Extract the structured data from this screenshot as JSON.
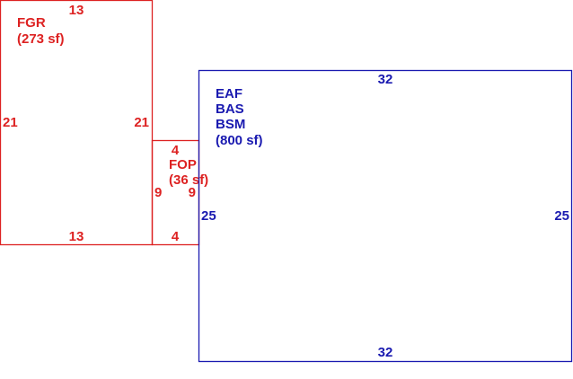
{
  "colors": {
    "background": "#ffffff",
    "garage": "#dd2222",
    "porch": "#dd2222",
    "living": "#1a1ab0"
  },
  "areas": {
    "garage": {
      "lines": [
        "FGR",
        "(273 sf)"
      ],
      "dims": {
        "top": "13",
        "bottom": "13",
        "left": "21",
        "right": "21"
      }
    },
    "porch": {
      "lines": [
        "FOP",
        "(36 sf)"
      ],
      "dims": {
        "top": "4",
        "bottom": "4",
        "left": "9",
        "right": "9"
      }
    },
    "living": {
      "lines": [
        "EAF",
        "BAS",
        "BSM",
        "(800 sf)"
      ],
      "dims": {
        "top": "32",
        "bottom": "32",
        "left": "25",
        "right": "25"
      }
    }
  }
}
